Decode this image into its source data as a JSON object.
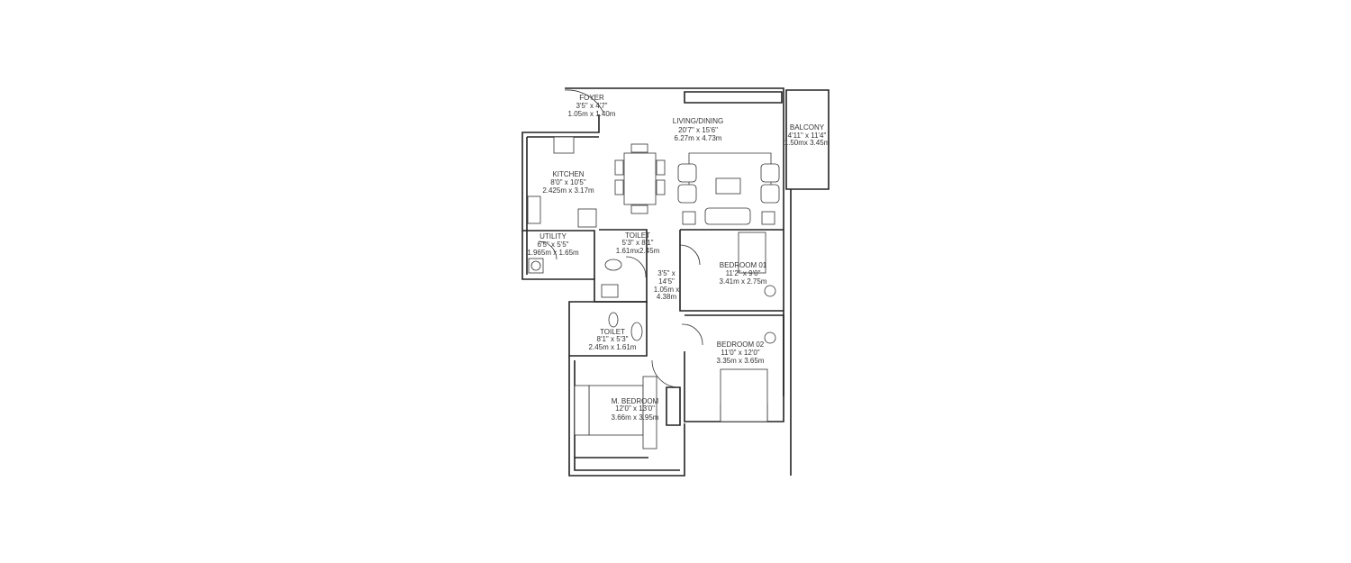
{
  "rooms": {
    "foyer": {
      "name": "FOYER",
      "imperial": "3'5\" x 4'7\"",
      "metric": "1.05m x 1.40m"
    },
    "living": {
      "name": "LIVING/DINING",
      "imperial": "20'7\" x 15'6\"",
      "metric": "6.27m x 4.73m"
    },
    "balcony": {
      "name": "BALCONY",
      "imperial": "4'11\" x 11'4\"",
      "metric": "1.50mx 3.45m"
    },
    "kitchen": {
      "name": "KITCHEN",
      "imperial": "8'0\" x 10'5\"",
      "metric": "2.425m x 3.17m"
    },
    "utility": {
      "name": "UTILITY",
      "imperial": "6'5\" x 5'5\"",
      "metric": "1.965m x 1.65m"
    },
    "toilet1": {
      "name": "TOILET",
      "imperial": "5'3\" x 8'1\"",
      "metric": "1.61mx2.45m"
    },
    "passage": {
      "imperial_a": "3'5\" x",
      "imperial_b": "14'5\"",
      "metric_a": "1.05m x",
      "metric_b": "4.38m"
    },
    "bedroom1": {
      "name": "BEDROOM 01",
      "imperial": "11'2\" x 9'0\"",
      "metric": "3.41m x 2.75m"
    },
    "toilet2": {
      "name": "TOILET",
      "imperial": "8'1\" x 5'3\"",
      "metric": "2.45m x 1.61m"
    },
    "bedroom2": {
      "name": "BEDROOM 02",
      "imperial": "11'0\" x 12'0\"",
      "metric": "3.35m x 3.65m"
    },
    "master": {
      "name": "M. BEDROOM",
      "imperial": "12'0\" x 13'0\"",
      "metric": "3.66m x 3.95m"
    }
  }
}
